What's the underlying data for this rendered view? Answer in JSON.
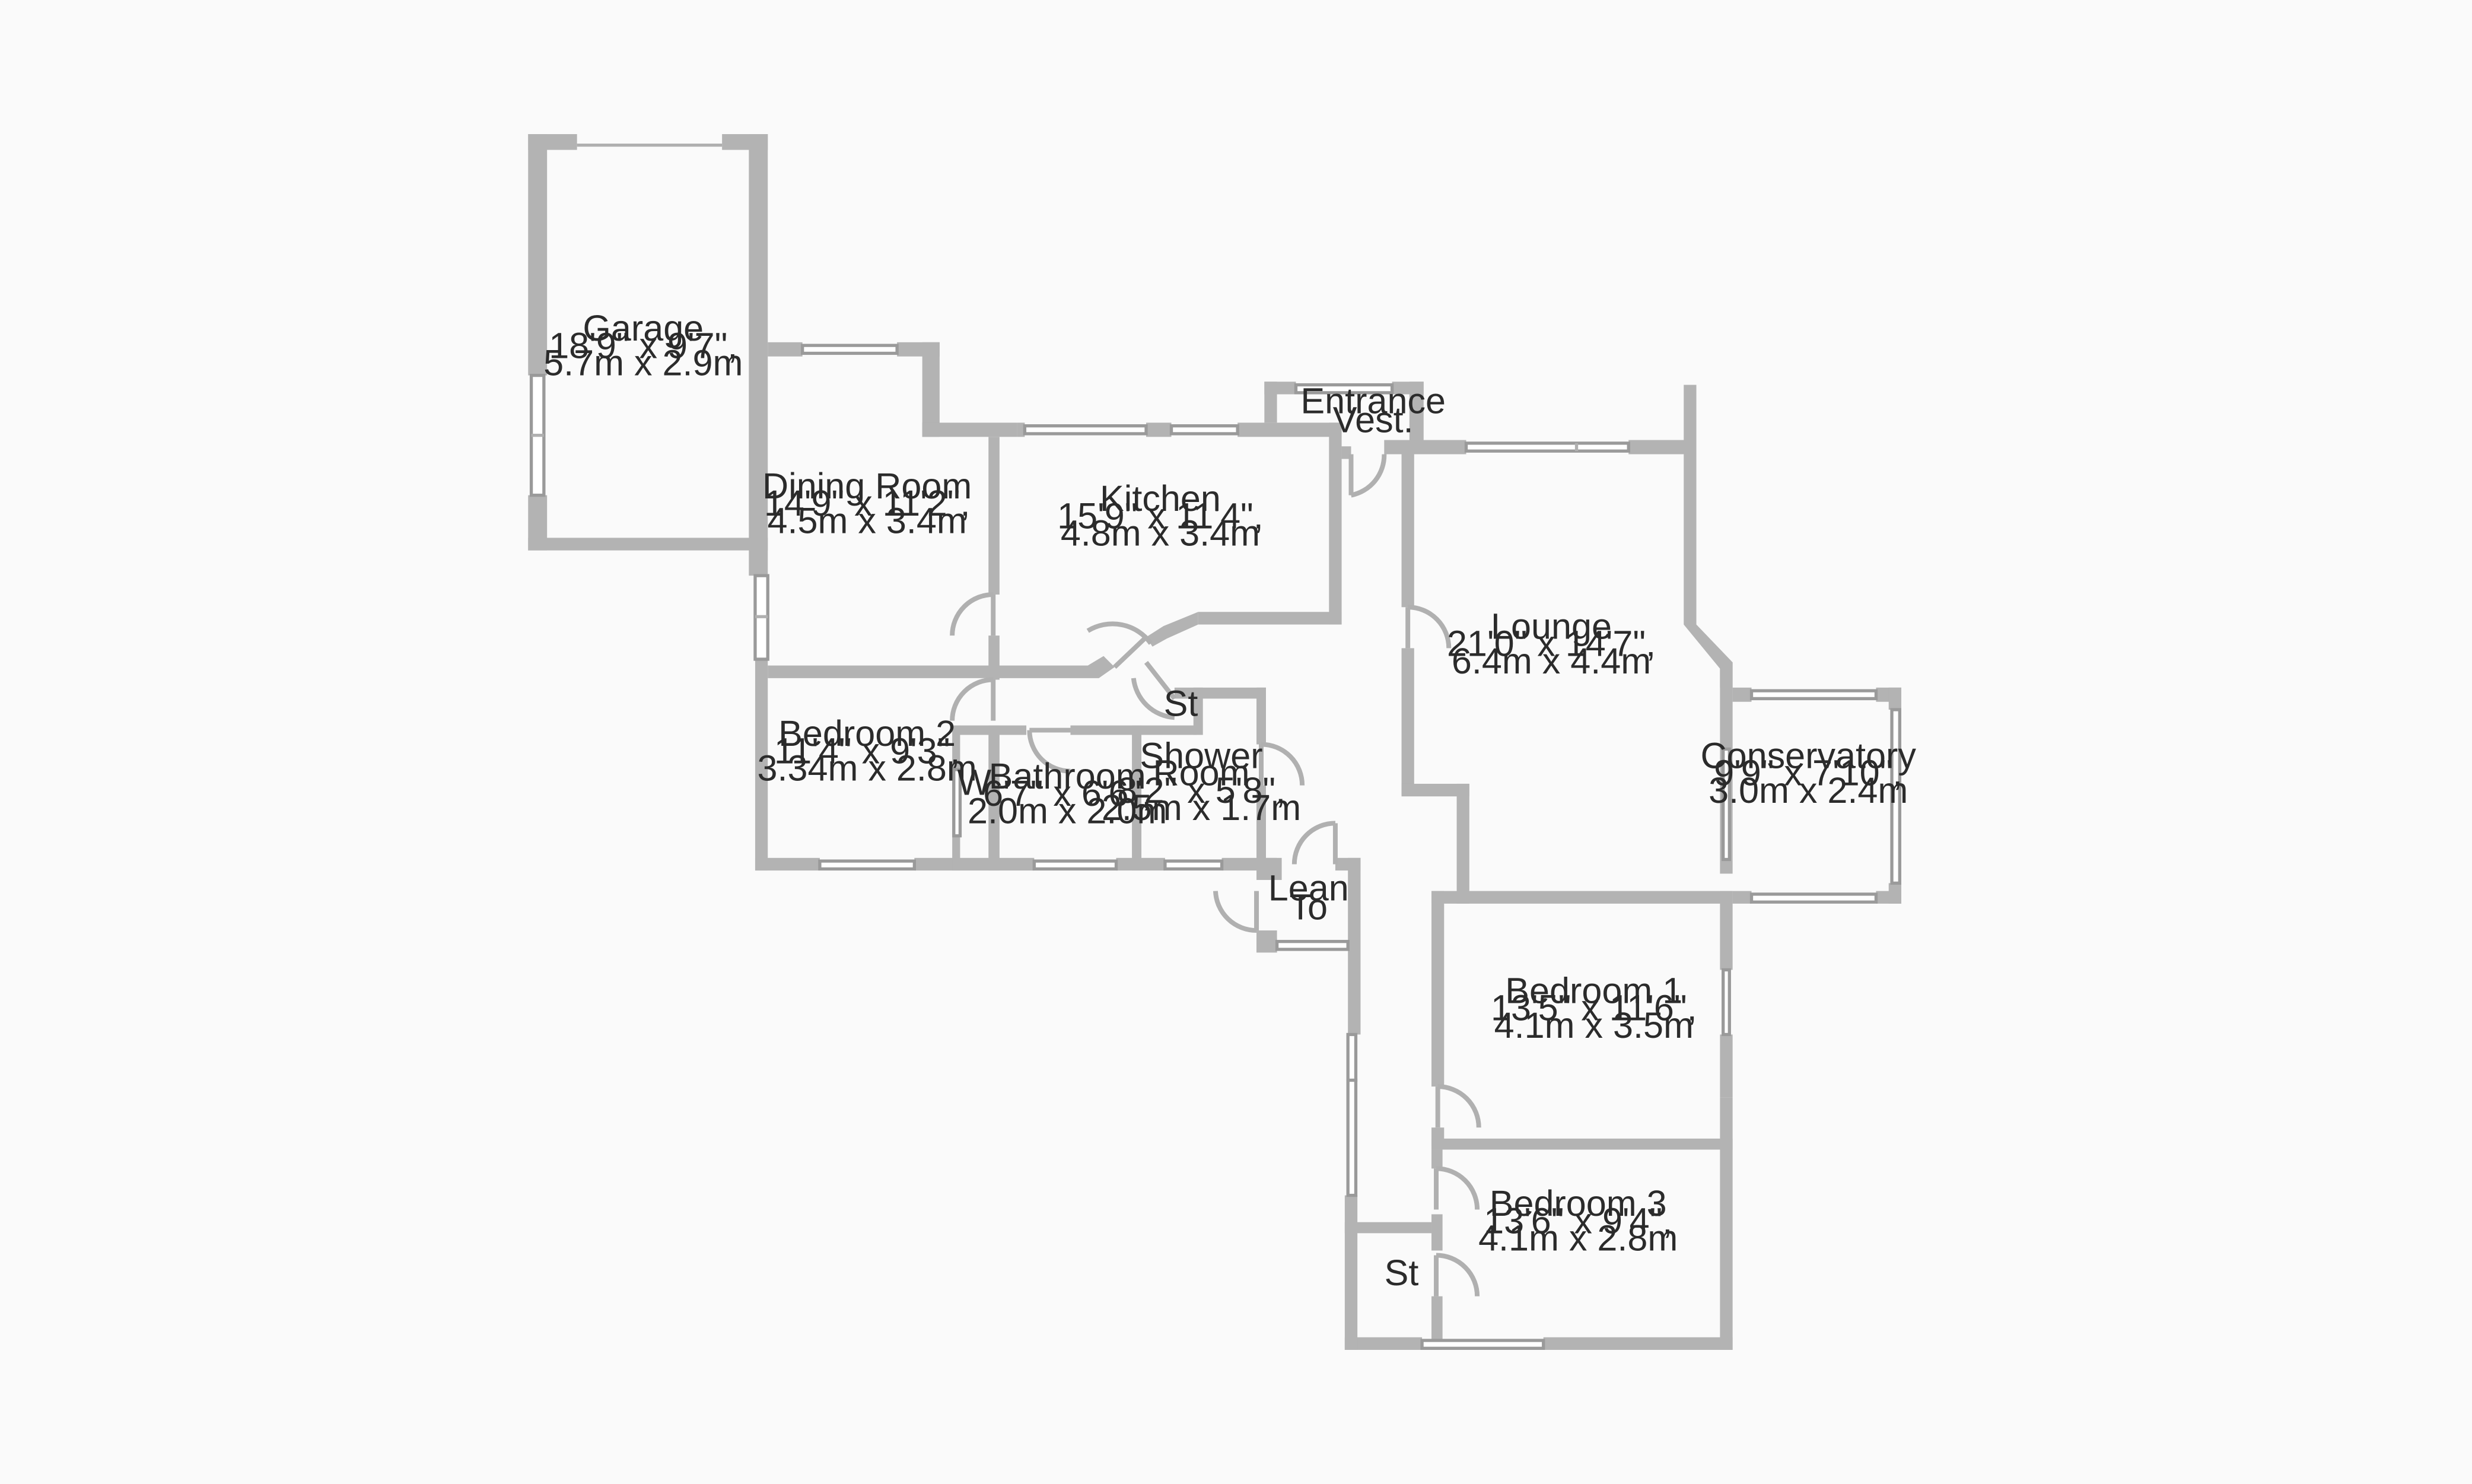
{
  "rooms": {
    "garage": {
      "name": "Garage",
      "imperial": "18'9\" x 9'7\",",
      "metric": "5.7m x 2.9m"
    },
    "dining_room": {
      "name": "Dining Room",
      "imperial": "14'9\" x 11'2\",",
      "metric": "4.5m x 3.4m"
    },
    "kitchen": {
      "name": "Kitchen",
      "imperial": "15'9\" x 11'4\",",
      "metric": "4.8m x 3.4m"
    },
    "entrance": {
      "name_line1": "Entrance",
      "name_line2": "Vest."
    },
    "lounge": {
      "name": "Lounge",
      "imperial": "21'0\" x 14'7\",",
      "metric": "6.4m x 4.4m"
    },
    "conservatory": {
      "name": "Conservatory",
      "imperial": "9'9\" x 7'10\",",
      "metric": "3.0m x 2.4m"
    },
    "bedroom2": {
      "name": "Bedroom 2",
      "imperial": "11'4\" x 9'3\",",
      "metric": "3.34m x 2.8m"
    },
    "bathroom": {
      "name": "Bathroom",
      "imperial": "6'7\" x 6'6\",",
      "metric": "2.0m x 2.0m"
    },
    "shower_room": {
      "name_line1": "Shower",
      "name_line2": "Room",
      "imperial": "8'2\" x 5'8\",",
      "metric": "2.5m x 1.7m"
    },
    "lean_to": {
      "name_line1": "Lean",
      "name_line2": "To"
    },
    "bedroom1": {
      "name": "Bedroom 1",
      "imperial": "13'5\" x 11'6\",",
      "metric": "4.1m x 3.5m"
    },
    "bedroom3": {
      "name": "Bedroom 3",
      "imperial": "13'6\" x 9'4\",",
      "metric": "4.1m x 2.8m"
    },
    "store_upper": {
      "name": "St"
    },
    "store_lower": {
      "name": "St"
    },
    "wardrobe": {
      "name": "W"
    }
  },
  "colors": {
    "background": "#fafafa",
    "wall": "#b3b3b3",
    "label": "#2b2b2b"
  }
}
